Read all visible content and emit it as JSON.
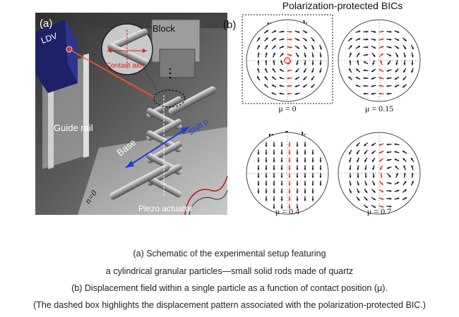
{
  "panel_a": {
    "label": "(a)",
    "ldv": "LDV",
    "block": "Block",
    "contact_axis": "Contact axis",
    "guide_rail": "Guide rail",
    "base": "Base",
    "shift": "Shift μ",
    "n0": "n=0",
    "piezo": "Piezo actuator"
  },
  "panel_b": {
    "label": "(b)",
    "title": "Polarization-protected BICs",
    "eq_perp": "u_r ⊥ u_k",
    "eq_par": "u_r ∥ u_k",
    "mu_labels": [
      "μ = 0",
      "μ = 0.15",
      "μ = 0.4",
      "μ = 0.7"
    ]
  },
  "caption": {
    "line1": "(a) Schematic of the experimental setup featuring",
    "line2": "a cylindrical granular particles—small solid rods made of quartz",
    "line3": "(b) Displacement field within a single particle as a function of contact position (μ).",
    "line4": "(The dashed box highlights the displacement pattern associated with the polarization-protected BIC.)"
  }
}
